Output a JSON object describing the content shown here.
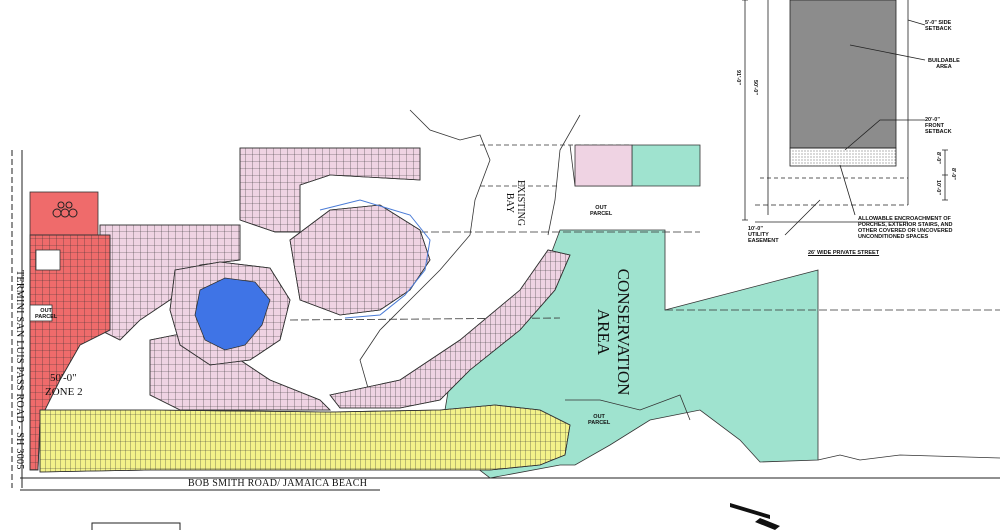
{
  "labels": {
    "conservation_area": "CONSERVATION\nAREA",
    "existing_bay": "EXISTING\nBAY",
    "out_parcel_top": "OUT\nPARCEL",
    "out_parcel_bottom": "OUT\nPARCEL",
    "out_parcel_left": "OUT\nPARCEL",
    "bob_smith_road": "BOB SMITH ROAD/ JAMAICA BEACH",
    "termini_road": "TERMINI SAN LUIS PASS ROAD - SH 3005",
    "zone": "ZONE 2",
    "zone_dim": "50'-0\""
  },
  "lot_detail": {
    "side_setback": "5'-0\" SIDE\nSETBACK",
    "buildable_area": "BUILDABLE\nAREA",
    "front_setback": "20'-0\"\nFRONT\nSETBACK",
    "utility_easement": "10'-0\"\nUTILITY\nEASEMENT",
    "encroachment_note": "ALLOWABLE ENCROACHMENT OF\nPORCHES, EXTERIOR STAIRS, AND\nOTHER COVERED OR UNCOVERED\nUNCONDITIONED SPACES",
    "private_street": "26' WIDE PRIVATE STREET",
    "dim_depth": "91'-0\"",
    "dim_width": "50'-0\"",
    "dim_8a": "8'-0\"",
    "dim_8b": "8'-0\"",
    "dim_10": "10'-0\""
  },
  "colors": {
    "conservation": "#9fe3cf",
    "residential_pink": "#efd3e3",
    "commercial_red": "#ef6b6b",
    "yellow_lots": "#f3f28a",
    "lake_blue": "#3f74e6",
    "buildable_gray": "#8c8c8c"
  }
}
